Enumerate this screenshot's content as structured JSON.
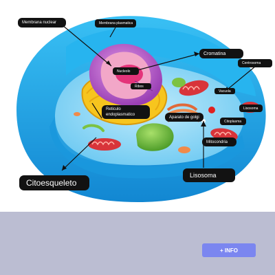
{
  "labels": {
    "membrana_nuclear": "Membrana nuclear",
    "membrana_plasmatica": "Membrana plasmatica",
    "cromatina": "Cromatina",
    "centrosoma": "Centrosoma",
    "nucleolo": "Nucleolo",
    "ribosoma": "Ribos",
    "reticulo_line1": "Reticulo",
    "reticulo_line2": "endoplasmatico",
    "vacuola": "Vacuola",
    "lisosoma_small": "Lisosoma",
    "aparato_golgi": "Aparato de golgi",
    "citoplasma": "Citoplasma",
    "mitocondria": "Mitocondria",
    "citoesqueleto": "Citoesqueleto",
    "lisosoma": "Lisosoma"
  },
  "button": {
    "info_label": "+ INFO"
  },
  "colors": {
    "footer": "#bbbdd2",
    "button": "#7b86f0",
    "label_bg": "#121212",
    "membrane": "#1fa7e8",
    "cytoplasm": "#8fd8f6",
    "nucleus": "#b65bc9",
    "nucleolus": "#e4347a",
    "reticulum": "#f7c51e",
    "mitochondria": "#d8343a",
    "vacuole": "#7cc242"
  }
}
